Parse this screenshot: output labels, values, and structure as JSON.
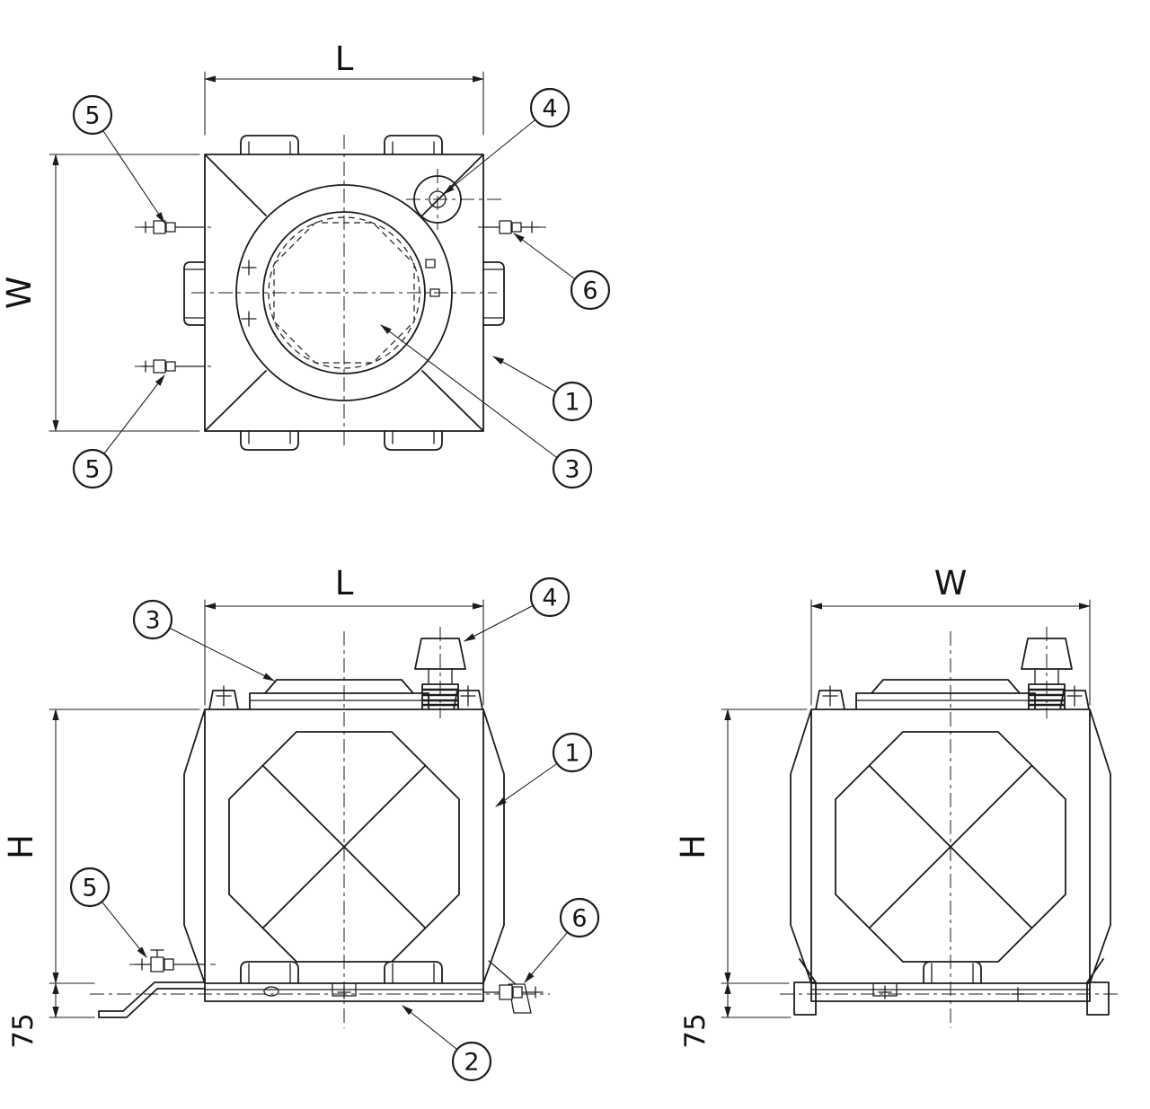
{
  "sheet": {
    "background": "#ffffff",
    "line_color": "#1c1c1c"
  },
  "dimensions": {
    "length": "L",
    "width": "W",
    "height": "H",
    "base_height": "75"
  },
  "callouts": {
    "item1": "1",
    "item2": "2",
    "item3": "3",
    "item4": "4",
    "item5": "5",
    "item6": "6"
  }
}
